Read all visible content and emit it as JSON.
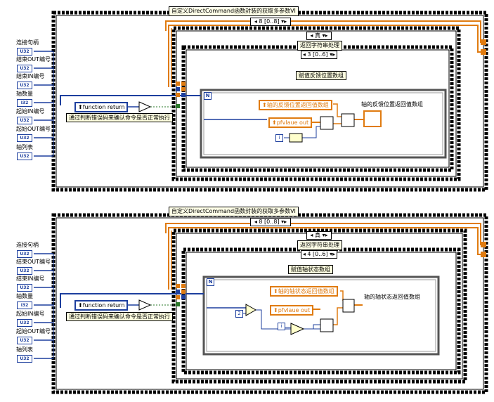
{
  "inputs": [
    "连接句柄",
    "结束OUT编号",
    "结束IN编号",
    "轴数量",
    "起始IN编号",
    "起始OUT编号",
    "轴列表"
  ],
  "input_type_tags": [
    "U32",
    "U32",
    "U32",
    "I32",
    "U32",
    "U32",
    "U32"
  ],
  "top": {
    "title": "自定义DirectCommand函数封装的获取多参数VI",
    "outer_case": "8 [0..8]",
    "bool_case": "真",
    "string_proc_label": "返回字符串处理",
    "inner_case": "3 [0..6]",
    "section_label": "赋值反馈位置数组",
    "function_return": "function return",
    "compare_note": "通过判断错误码来确认命令是否正常执行",
    "local_var_array": "轴的反馈位置返回值数组",
    "local_var_pfv": "pfvlaue out",
    "output_label": "轴的反馈位置返回值数组",
    "loop_N": "N",
    "loop_i": "i"
  },
  "bottom": {
    "title": "自定义DirectCommand函数封装的获取多参数VI",
    "outer_case": "8 [0..8]",
    "bool_case": "真",
    "string_proc_label": "返回字符串处理",
    "inner_case": "4 [0..6]",
    "section_label": "赋值轴状态数组",
    "function_return": "function return",
    "compare_note": "通过判断错误码来确认命令是否正常执行",
    "local_var_array": "轴的轴状态返回值数组",
    "local_var_pfv": "pfvlaue out",
    "output_label": "轴的轴状态返回值数组",
    "loop_N": "N",
    "loop_i": "i",
    "const_2": "2"
  }
}
